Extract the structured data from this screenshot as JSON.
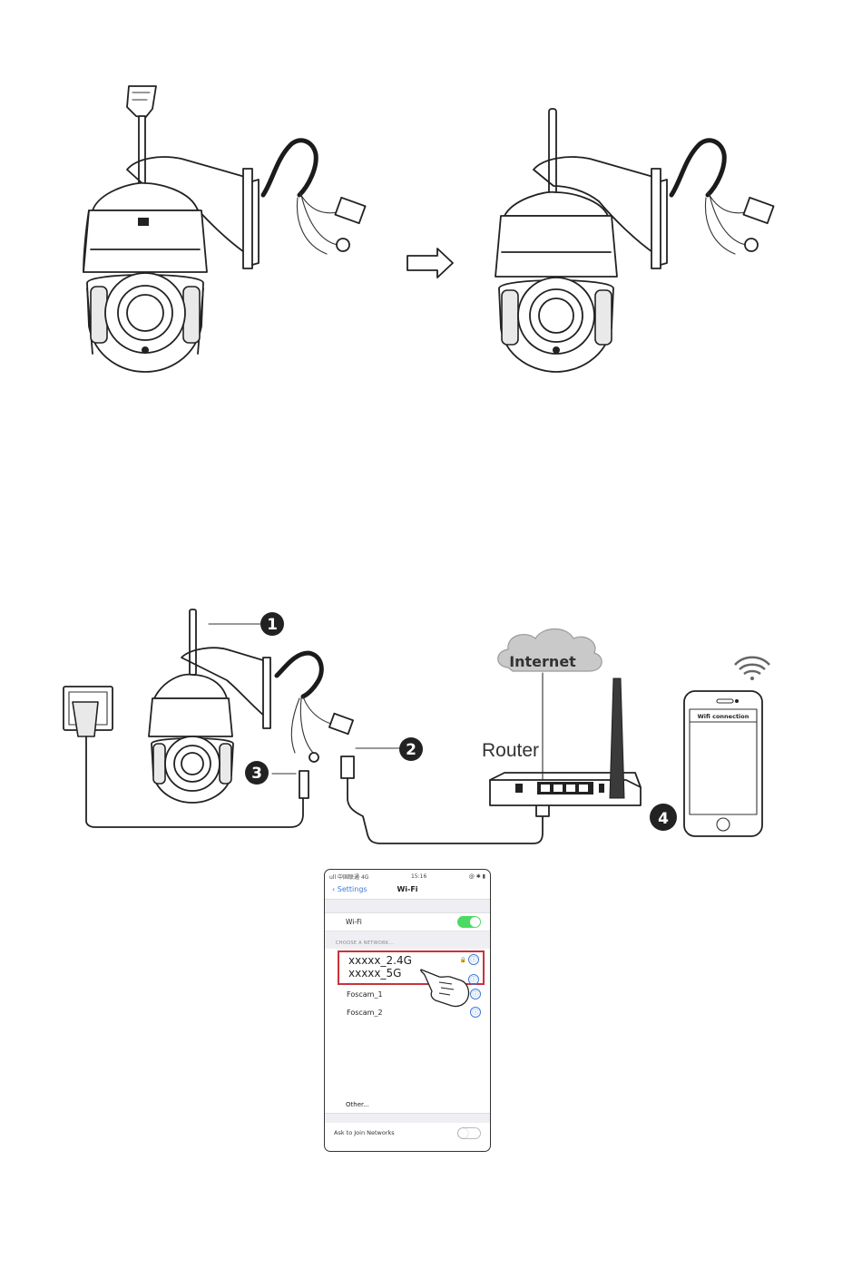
{
  "colors": {
    "line": "#222222",
    "highlight_box": "#c8333a",
    "toggle_on": "#4cd964",
    "ios_blue": "#3b7bd8",
    "cloud": "#c9c9c9",
    "badge": "#222222"
  },
  "network_diagram": {
    "cloud_label": "Internet",
    "router_label": "Router",
    "phone_header": "Wifi connection",
    "badges": [
      "1",
      "2",
      "3",
      "4"
    ]
  },
  "phone_screen": {
    "status_left": "ull 中国联通 4G",
    "status_center": "15:16",
    "status_right": "@ ✱ ▮",
    "back_label": "Settings",
    "title": "Wi-Fi",
    "wifi_row_label": "Wi-Fi",
    "section_header": "CHOOSE A NETWORK...",
    "networks_highlighted": [
      "xxxxx_2.4G",
      "xxxxx_5G"
    ],
    "networks_other": [
      "Foscam_1",
      "Foscam_2"
    ],
    "other_label": "Other...",
    "ask_label": "Ask to Join Networks",
    "info_icon": "ⓘ"
  }
}
